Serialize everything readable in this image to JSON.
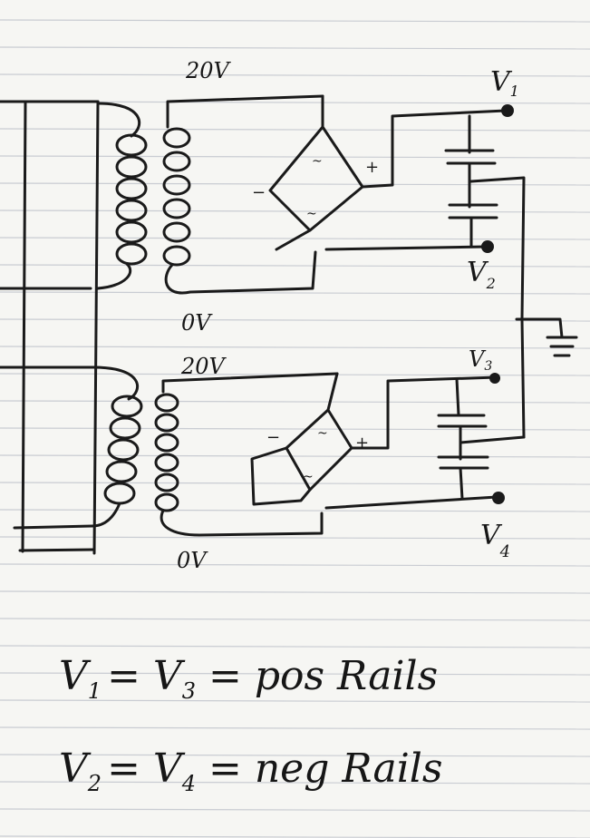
{
  "labels": {
    "top_secondary": "20V",
    "top_ref": "0V",
    "bottom_secondary": "20V",
    "bottom_ref": "0V",
    "v1": "V",
    "v1_sub": "1",
    "v2": "V",
    "v2_sub": "2",
    "v3": "V",
    "v3_sub": "3",
    "v4": "V",
    "v4_sub": "4",
    "plus": "+",
    "minus": "−",
    "ac": "~"
  },
  "notes": {
    "line1_a": "V",
    "line1_a_sub": "1",
    "line1_b": "= V",
    "line1_b_sub": "3",
    "line1_c": "= pos Rails",
    "line2_a": "V",
    "line2_a_sub": "2",
    "line2_b": "= V",
    "line2_b_sub": "4",
    "line2_c": "= neg Rails"
  },
  "colors": {
    "paper": "#f6f6f3",
    "rule": "#c9ccd2",
    "ink": "#1a1a1a"
  }
}
